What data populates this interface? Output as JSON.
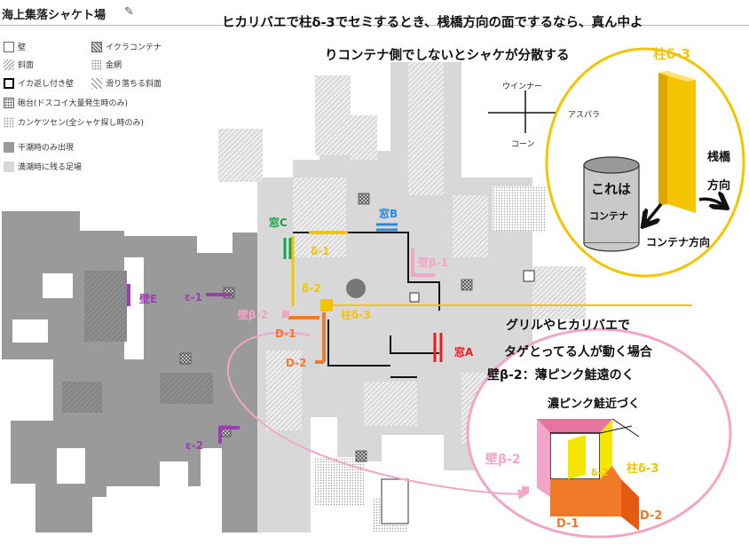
{
  "page": {
    "title": "海上集落シャケト場",
    "title_icon": "pencil-icon"
  },
  "legend": [
    {
      "label": "壁",
      "swatch": "white"
    },
    {
      "label": "イクラコンテナ",
      "swatch": "xcross"
    },
    {
      "label": "斜面",
      "swatch": "hatch"
    },
    {
      "label": "金網",
      "swatch": "dots"
    },
    {
      "label": "イカ返し付き壁",
      "swatch": "thick"
    },
    {
      "label": "滑り落ちる斜面",
      "swatch": "slash"
    },
    {
      "label": "砲台(ドスコイ大量発生時のみ)",
      "swatch": "dotgrid"
    },
    {
      "label": "カンケツセン(全シャケ探し時のみ)",
      "swatch": "dots"
    },
    {
      "label": "干潮時のみ出現",
      "swatch": "dark"
    },
    {
      "label": "満潮時に残る足場",
      "swatch": "light"
    }
  ],
  "annotation": {
    "line1": "ヒカリバエで柱δ-3でセミするとき、桟橋方向の面でするなら、真ん中よ",
    "line2": "りコンテナ側でしないとシャケが分散する"
  },
  "compass": {
    "up": "ウインナー",
    "right": "アスパラ",
    "down": "コーン"
  },
  "circle_top": {
    "pillar": "柱δ-3",
    "container_text": "これは",
    "container_sub": "コンテナ",
    "pier_line1": "桟橋",
    "pier_line2": "方向",
    "container_dir": "コンテナ方向"
  },
  "grill_note": {
    "line1": "グリルやヒカリバエで",
    "line2": "タゲとってる人が動く場合",
    "line3": "壁β-2：薄ピンク鮭遠のく"
  },
  "circle_bottom": {
    "near": "濃ピンク鮭近づく",
    "wall": "壁β-2",
    "pillar": "柱δ-3",
    "d1": "D-1",
    "d2": "D-2",
    "delta2": "δ-2"
  },
  "map_labels": {
    "mado_c": "窓C",
    "mado_b": "窓B",
    "mado_a": "窓A",
    "kabe_b1": "壁β-1",
    "kabe_b2": "壁β-2",
    "kabe_e": "壁E",
    "e1": "ε-1",
    "e2": "ε-2",
    "d_1": "δ-1",
    "d_2": "δ-2",
    "pillar_d3": "柱δ-3",
    "D1": "D-1",
    "D2": "D-2"
  },
  "colors": {
    "yellow": "#f5c400",
    "orange": "#f07a28",
    "pink": "#f2a6c6",
    "pink_dark": "#e7739f",
    "purple": "#9b3fb0",
    "green": "#1aa348",
    "blue": "#2a8ad6",
    "red": "#e02020",
    "dark_floor": "#9a9a9a",
    "light_floor": "#d8d8d8"
  }
}
